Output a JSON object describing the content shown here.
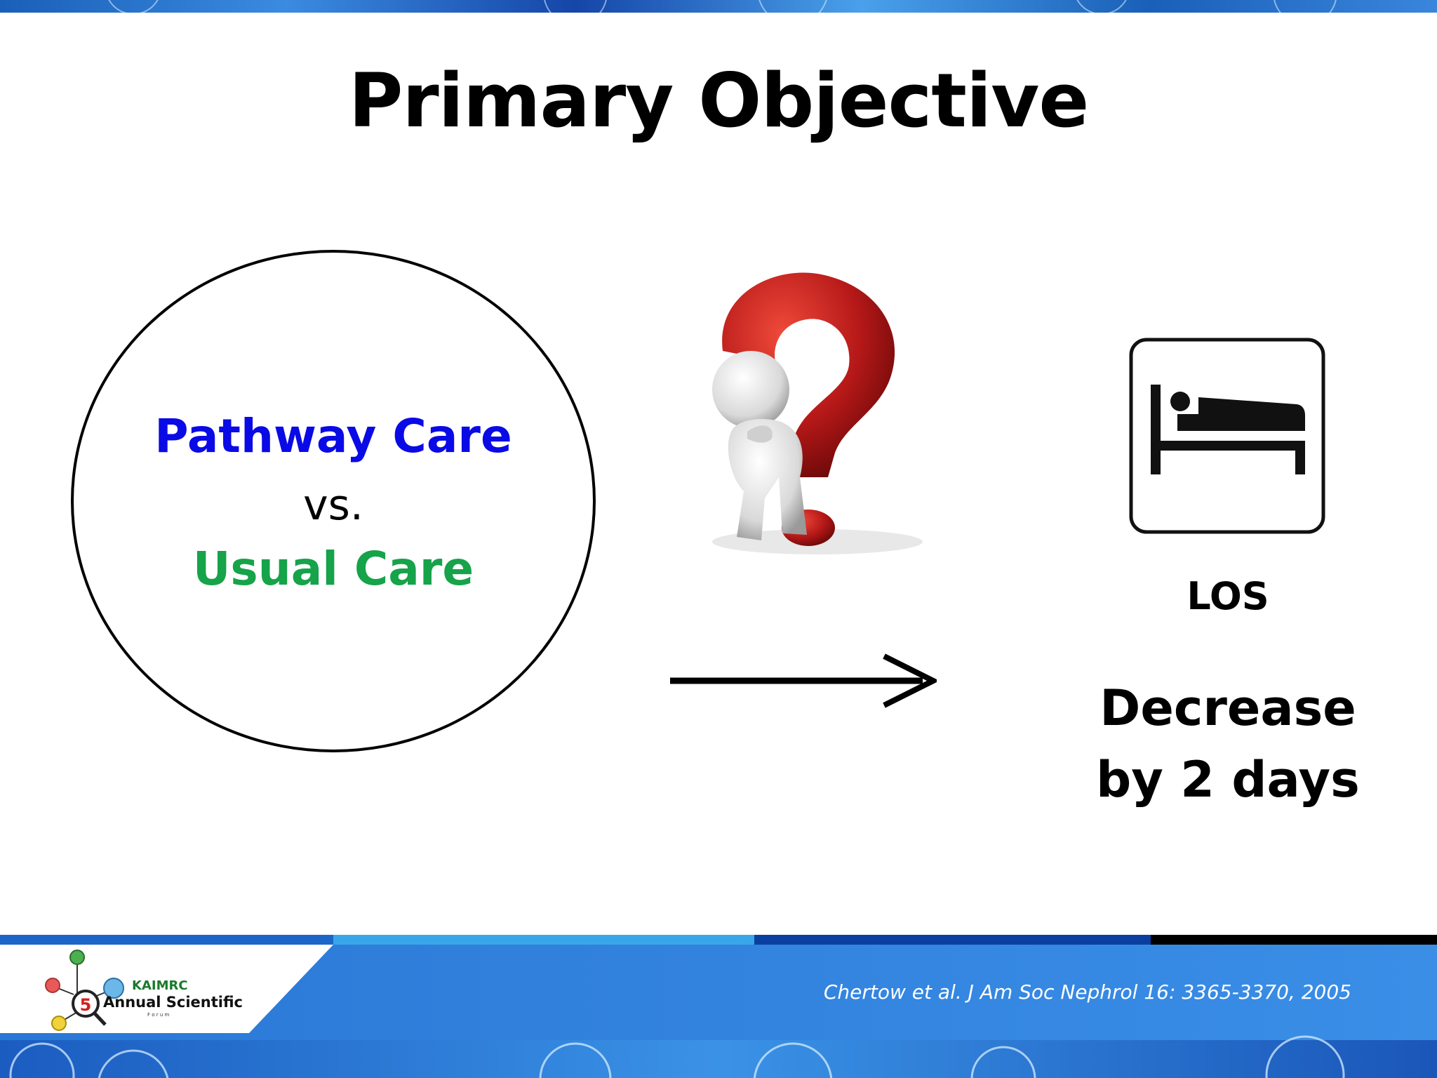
{
  "slide": {
    "title": "Primary Objective",
    "comparison": {
      "intervention": "Pathway Care",
      "versus": "vs.",
      "control": "Usual Care"
    },
    "outcome": {
      "label": "LOS",
      "result_line1": "Decrease",
      "result_line2": "by 2 days"
    },
    "citation": "Chertow et al. J Am Soc Nephrol 16: 3365-3370, 2005"
  },
  "logo": {
    "number": "5",
    "line1": "KAIMRC",
    "line2": "Annual Scientific",
    "line3": "F o r u m"
  },
  "icons": [
    "question-mark-figure-icon",
    "arrow-right-icon",
    "hotel-bed-icon"
  ],
  "colors": {
    "intervention": "#0a0ae6",
    "control": "#16a34a",
    "footer_blue": "#2f7ed8",
    "footer_dark": "#0a3fa0"
  }
}
